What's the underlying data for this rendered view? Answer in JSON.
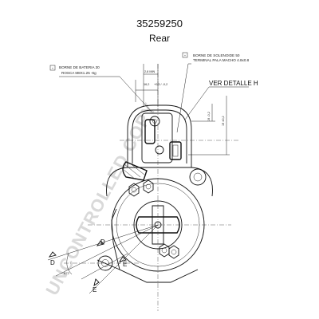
{
  "header": {
    "part_number": "35259250",
    "view": "Rear"
  },
  "callouts": {
    "battery_terminal": {
      "marker": "+",
      "line1": "BORNE DE BATERIA 30",
      "line2": "ROSCA M8X1.25 -6g"
    },
    "solenoid_terminal": {
      "marker": "+",
      "line1": "BORNE DE SOLENOIDE 50",
      "line2": "TERMINAL PALA MACHO 4.8x0.8"
    },
    "detail": "VER DETALLE H"
  },
  "dimensions": {
    "dim_top": "2,8 MIN",
    "dim_left": "16,2",
    "dim_left_tol": "+0,3 / -0,2",
    "dim_side_a": "19 -0,2",
    "dim_side_b": "19 ±0,2",
    "angle": "B72"
  },
  "markers": {
    "d_left": "D",
    "d_right": "D",
    "e_upper": "E",
    "e_lower": "E"
  },
  "watermark": "UNCONTROLLED COPY"
}
